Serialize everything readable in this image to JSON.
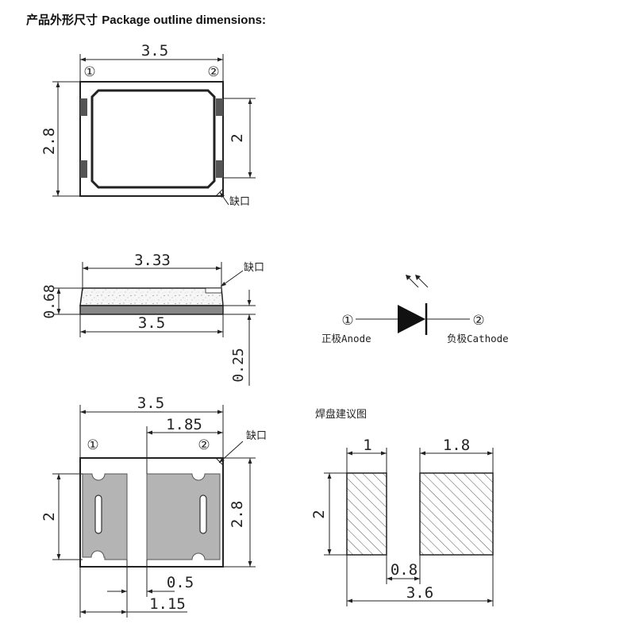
{
  "title": {
    "zh": "产品外形尺寸",
    "en": "Package outline dimensions:"
  },
  "top_view": {
    "width": "3.5",
    "height": "2.8",
    "pad_pitch": "2",
    "pin1": "①",
    "pin2": "②",
    "notch": "缺口"
  },
  "side_view": {
    "top_width": "3.33",
    "bottom_width": "3.5",
    "height": "0.68",
    "base": "0.25",
    "notch": "缺口"
  },
  "symbol": {
    "pin1": "①",
    "pin2": "②",
    "anode": "正极Anode",
    "cathode": "负极Cathode"
  },
  "bottom_view": {
    "width": "3.5",
    "pad2_width": "1.85",
    "height": "2.8",
    "pad_height": "2",
    "gap": "0.5",
    "pad1_width": "1.15",
    "pin1": "①",
    "pin2": "②",
    "notch": "缺口"
  },
  "land_pattern": {
    "title": "焊盘建议图",
    "pad1_width": "1",
    "pad2_width": "1.8",
    "height": "2",
    "gap": "0.8",
    "total_width": "3.6"
  }
}
